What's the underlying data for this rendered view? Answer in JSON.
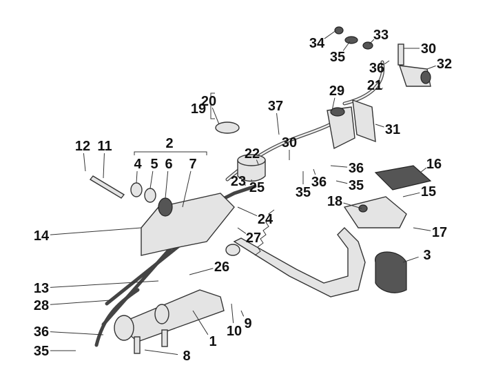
{
  "diagram": {
    "type": "exploded parts diagram",
    "labels": [
      "34",
      "35",
      "33",
      "30",
      "36",
      "32",
      "21",
      "29",
      "31",
      "37",
      "20",
      "19",
      "12",
      "11",
      "2",
      "4",
      "5",
      "6",
      "7",
      "30",
      "22",
      "36",
      "16",
      "23",
      "25",
      "35",
      "36",
      "35",
      "18",
      "15",
      "14",
      "24",
      "27",
      "17",
      "3",
      "26",
      "13",
      "28",
      "10",
      "9",
      "1",
      "36",
      "35",
      "8"
    ]
  }
}
